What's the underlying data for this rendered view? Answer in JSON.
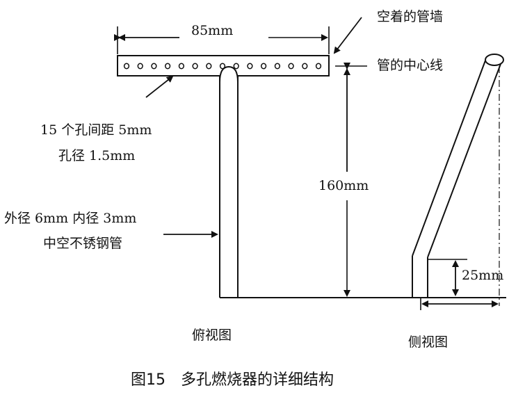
{
  "labels": {
    "width_dim": "85mm",
    "tube_wall": "空着的管墙",
    "center_line": "管的中心线",
    "holes_line1": "15 个孔间距 5mm",
    "holes_line2": "孔径 1.5mm",
    "height_dim": "160mm",
    "pipe_line1": "外径 6mm 内径 3mm",
    "pipe_line2": "中空不锈钢管",
    "side_height_dim": "25mm",
    "top_view": "俯视图",
    "side_view": "侧视图",
    "caption": "图15　多孔燃烧器的详细结构"
  },
  "hole_count": 15
}
